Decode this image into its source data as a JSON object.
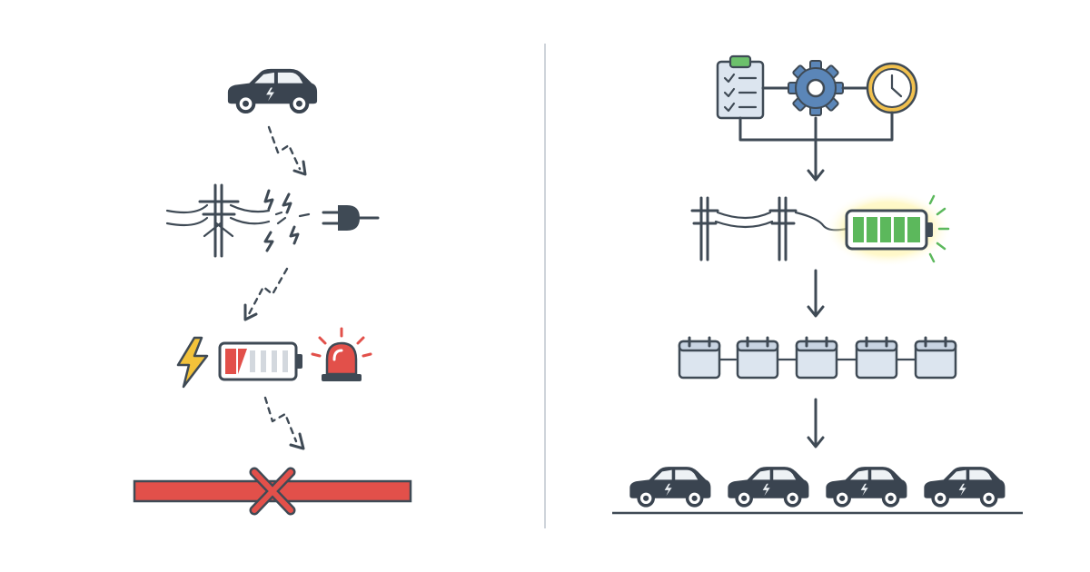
{
  "colors": {
    "ink": "#3f4a55",
    "car_body": "#3a4450",
    "danger_red": "#e2504a",
    "warning_yellow": "#f3c23a",
    "battery_green": "#5cb85c",
    "gear_blue": "#5b86b8",
    "calendar_blue": "#dce5ef",
    "clipboard_green": "#6cc06b",
    "divider": "#cfd4da"
  },
  "left_panel": {
    "steps": [
      {
        "icon": "electric-car-icon"
      },
      {
        "icon": "broken-grid-connection-icon"
      },
      {
        "icon": "low-battery-alarm-icon",
        "battery_level": 0.15
      },
      {
        "icon": "blocked-road-icon"
      }
    ]
  },
  "right_panel": {
    "steps": [
      {
        "icon": "planning-tools-icon"
      },
      {
        "icon": "grid-to-full-battery-icon",
        "battery_level": 1.0
      },
      {
        "icon": "calendar-schedule-icon",
        "calendar_count": 5
      },
      {
        "icon": "car-fleet-icon",
        "car_count": 4
      }
    ]
  }
}
